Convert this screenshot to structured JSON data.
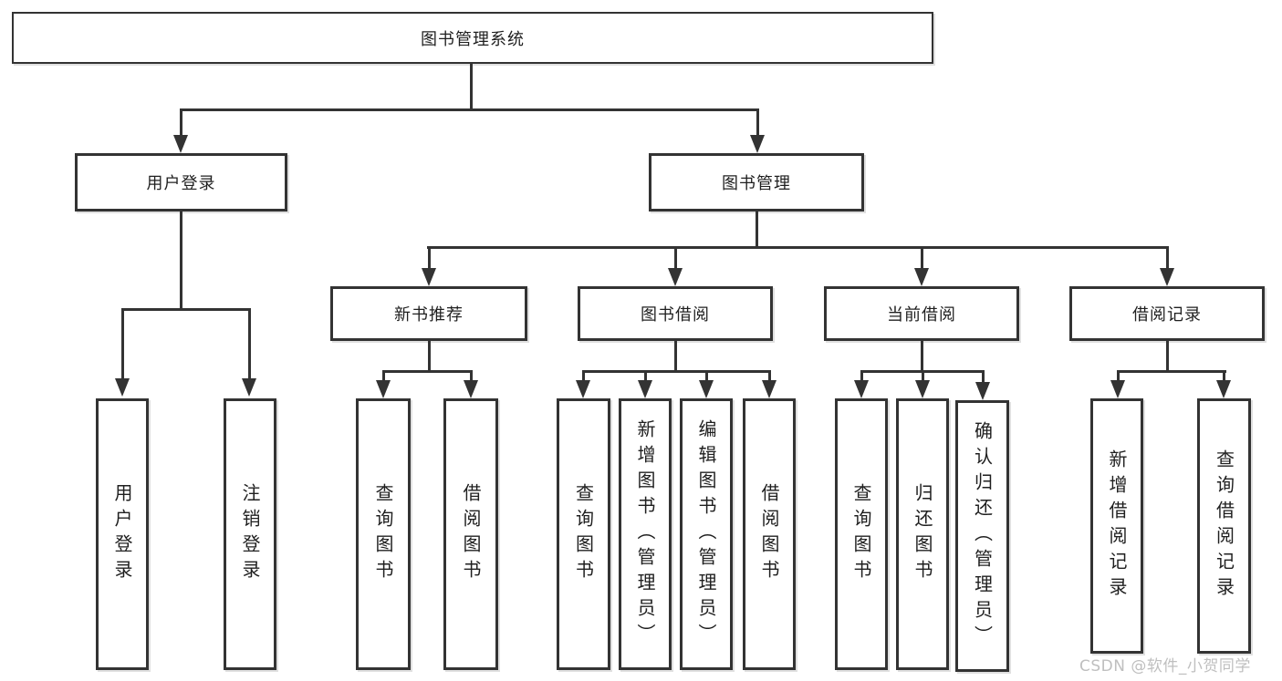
{
  "diagram": {
    "type": "hierarchy-tree",
    "root": {
      "label": "图书管理系统"
    },
    "level2": [
      {
        "label": "用户登录"
      },
      {
        "label": "图书管理"
      }
    ],
    "level3": [
      {
        "label": "新书推荐",
        "parent": "图书管理"
      },
      {
        "label": "图书借阅",
        "parent": "图书管理"
      },
      {
        "label": "当前借阅",
        "parent": "图书管理"
      },
      {
        "label": "借阅记录",
        "parent": "图书管理"
      }
    ],
    "leaves": [
      {
        "label": "用户登录",
        "parent": "用户登录"
      },
      {
        "label": "注销登录",
        "parent": "用户登录"
      },
      {
        "label": "查询图书",
        "parent": "新书推荐"
      },
      {
        "label": "借阅图书",
        "parent": "新书推荐"
      },
      {
        "label": "查询图书",
        "parent": "图书借阅"
      },
      {
        "label": "新增图书（管理员）",
        "parent": "图书借阅"
      },
      {
        "label": "编辑图书（管理员）",
        "parent": "图书借阅"
      },
      {
        "label": "借阅图书",
        "parent": "图书借阅"
      },
      {
        "label": "查询图书",
        "parent": "当前借阅"
      },
      {
        "label": "归还图书",
        "parent": "当前借阅"
      },
      {
        "label": "确认归还（管理员）",
        "parent": "当前借阅"
      },
      {
        "label": "新增借阅记录",
        "parent": "借阅记录"
      },
      {
        "label": "查询借阅记录",
        "parent": "借阅记录"
      }
    ],
    "colors": {
      "line": "#333333",
      "box_border": "#333333",
      "text": "#1f1f1f",
      "background": "#ffffff",
      "watermark": "#bfbfbf"
    }
  },
  "watermark": "CSDN @软件_小贺同学"
}
